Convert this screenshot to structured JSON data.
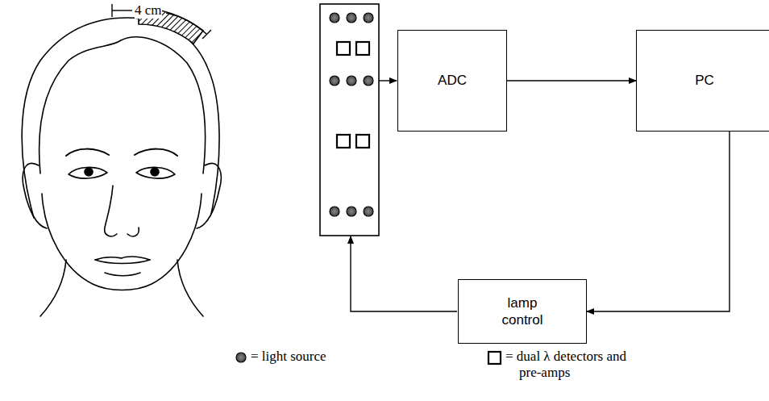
{
  "diagram": {
    "nodes": [
      {
        "text": [
          "ADC"
        ]
      },
      {
        "text": [
          "PC"
        ]
      },
      {
        "text": [
          "lamp control"
        ]
      }
    ],
    "edges": [
      {
        "from": 0,
        "to": 1,
        "arrow": "to"
      },
      {
        "from": 1,
        "to": 2,
        "arrow": "to"
      }
    ],
    "labels": [
      "4 cm"
    ],
    "legend": [
      {
        "text": "= light source"
      },
      {
        "text": "= dual λ detectors and pre-amps"
      }
    ]
  }
}
